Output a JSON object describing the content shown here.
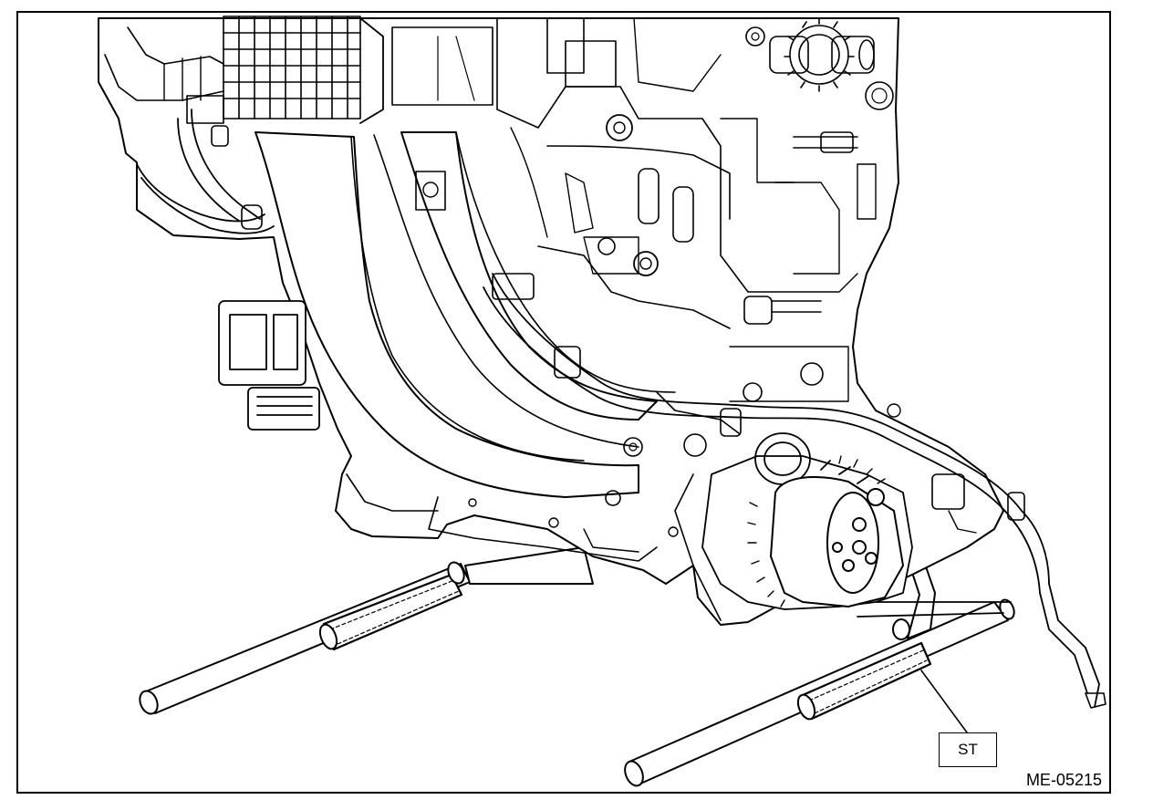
{
  "figure": {
    "callout_label": "ST",
    "figure_id": "ME-05215"
  },
  "parts": {
    "engine": "engine-assembly",
    "stand": "engine-stand-tool"
  }
}
